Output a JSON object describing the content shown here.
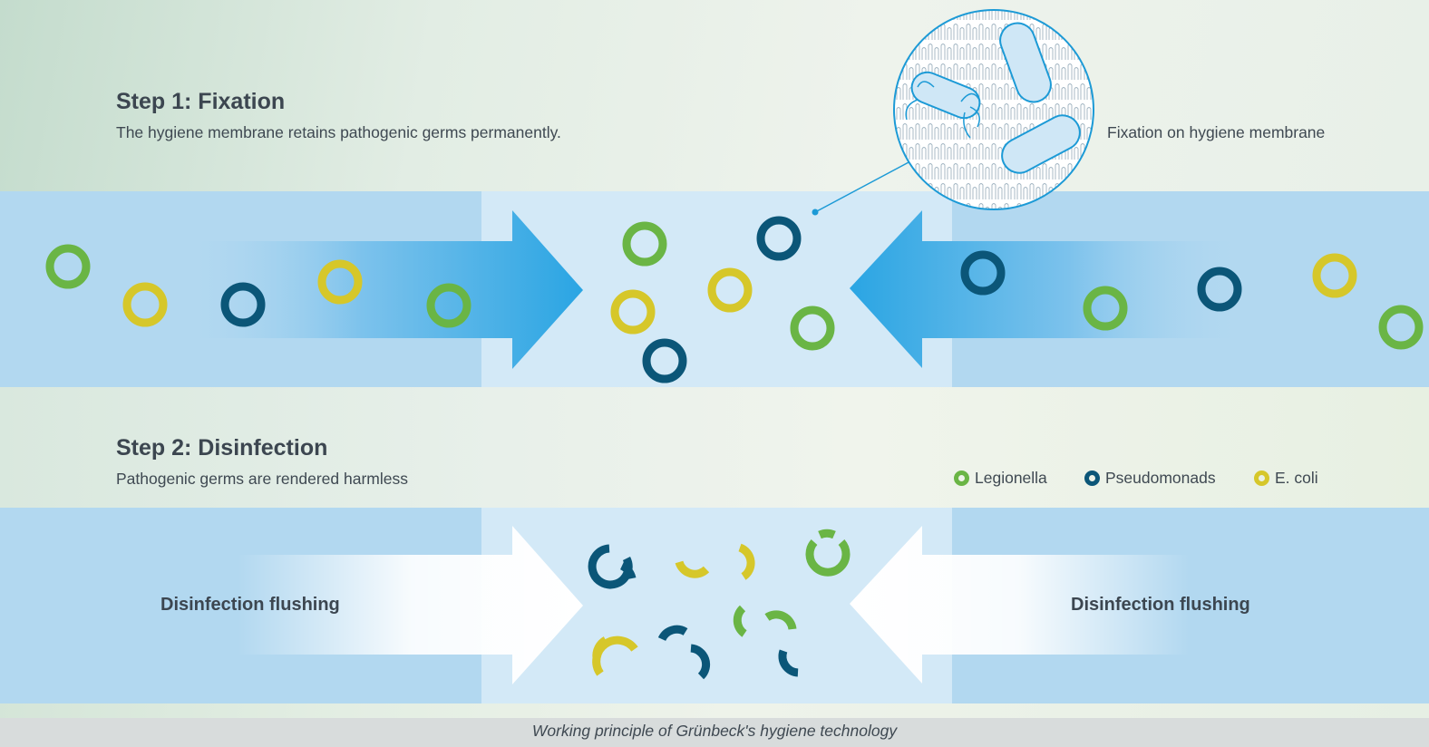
{
  "step1": {
    "title": "Step 1: Fixation",
    "description": "The hygiene membrane retains pathogenic germs permanently.",
    "callout": "Fixation on hygiene membrane"
  },
  "step2": {
    "title": "Step 2: Disinfection",
    "description": "Pathogenic germs are rendered harmless",
    "flush_left": "Disinfection flushing",
    "flush_right": "Disinfection flushing"
  },
  "legend": [
    {
      "label": "Legionella",
      "color": "#6ab545"
    },
    {
      "label": "Pseudomonads",
      "color": "#0b5678"
    },
    {
      "label": "E. coli",
      "color": "#d6c72a"
    }
  ],
  "caption": "Working principle of Grünbeck's hygiene technology",
  "colors": {
    "band_blue": "#b2d8f0",
    "membrane_blue": "#d3e9f7",
    "arrow_blue": "#2aa5e3"
  }
}
